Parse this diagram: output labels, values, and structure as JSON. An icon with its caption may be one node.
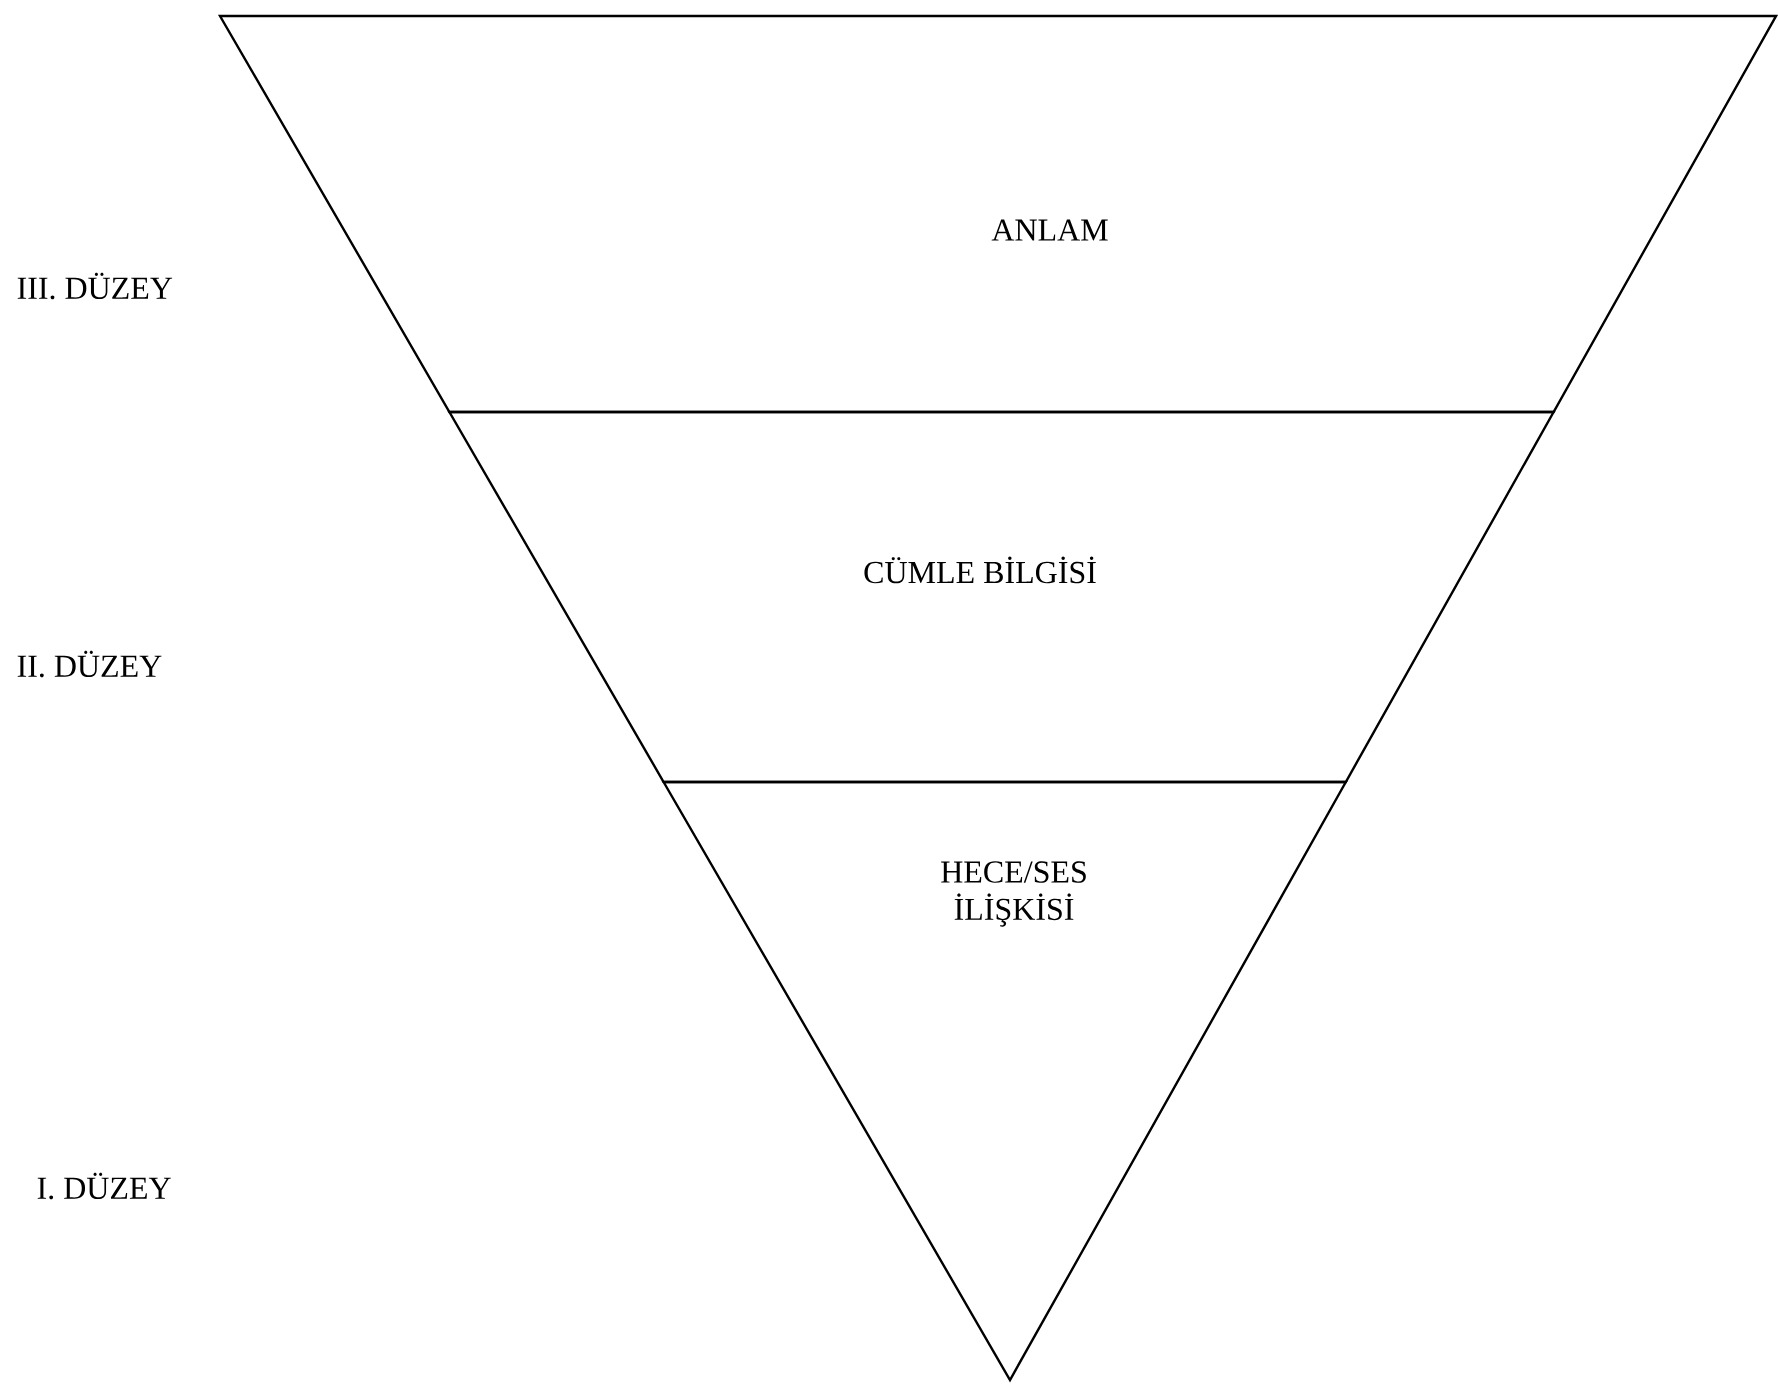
{
  "diagram": {
    "nodes": [
      {
        "text": [
          "ANLAM"
        ]
      },
      {
        "text": [
          "CÜMLE BİLGİSİ"
        ]
      },
      {
        "text": [
          "HECE/SES İLİŞKİSİ"
        ]
      }
    ],
    "labels": [
      "III. DÜZEY",
      "II. DÜZEY",
      "I. DÜZEY"
    ]
  }
}
